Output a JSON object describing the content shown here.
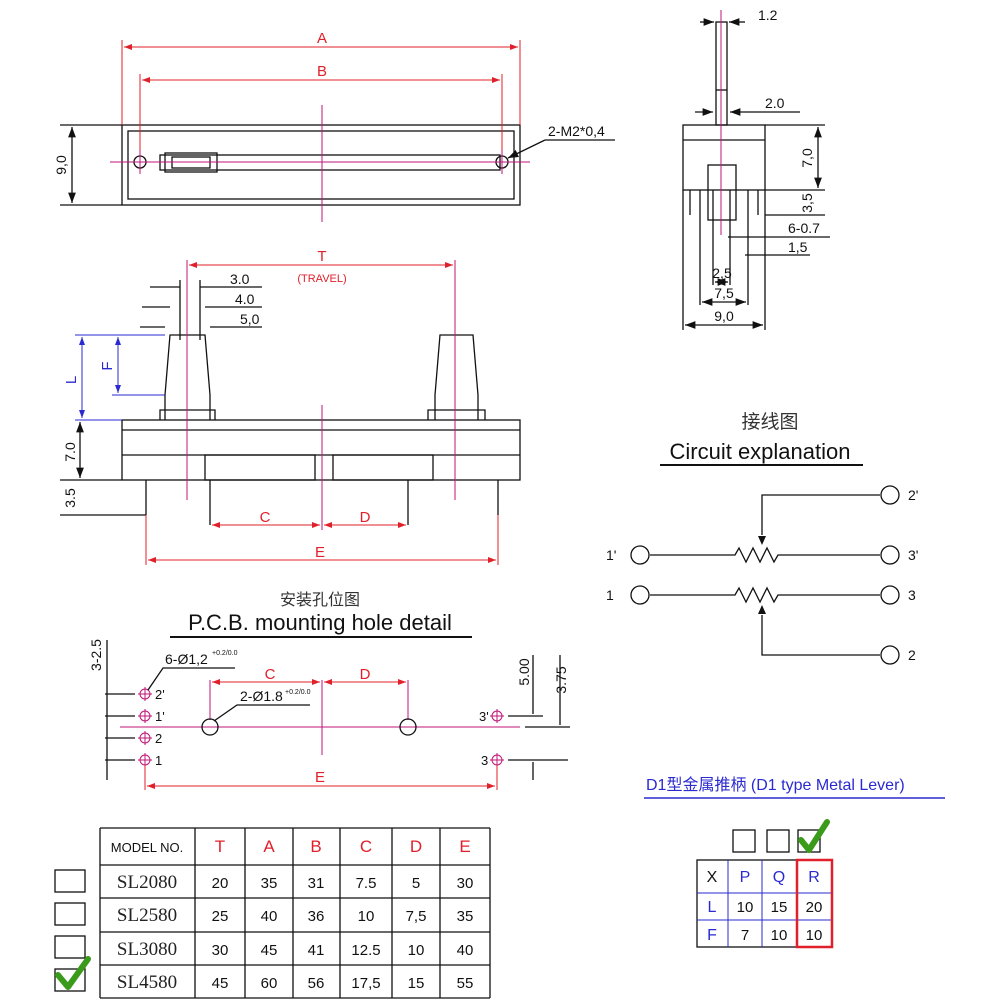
{
  "top_view": {
    "dim_a": "A",
    "dim_b": "B",
    "dim_height": "9,0",
    "mount_thread": "2-M2*0,4"
  },
  "side_view": {
    "shaft_width": "1.2",
    "shaft_base": "2.0",
    "body_height": "7,0",
    "pin_height": "3,5",
    "pin_size": "6-0.7",
    "pin_pitch": "1,5",
    "inner_span": "2,5",
    "mid_span": "7,5",
    "width": "9,0"
  },
  "front_view": {
    "dim_t": "T",
    "travel_note": "(TRAVEL)",
    "lever_w1": "3.0",
    "lever_w2": "4.0",
    "lever_w3": "5,0",
    "dim_l": "L",
    "dim_f": "F",
    "body_height": "7.0",
    "pin_height": "3.5",
    "dim_c": "C",
    "dim_d": "D",
    "dim_e": "E"
  },
  "circuit": {
    "title_cn": "接线图",
    "title_en": "Circuit explanation",
    "terminals": [
      "2'",
      "1'",
      "3'",
      "1",
      "3",
      "2"
    ]
  },
  "pcb": {
    "title_cn": "安装孔位图",
    "title_en": "P.C.B. mounting hole detail",
    "pin_pitch": "3-2.5",
    "small_holes": "6-Ø1,2",
    "small_tol": "+0.2/0.0",
    "large_holes": "2-Ø1.8",
    "large_tol": "+0.2/0.0",
    "dim_c": "C",
    "dim_d": "D",
    "dim_e": "E",
    "dim_500": "5.00",
    "dim_375": "3.75",
    "pins_left": [
      "2'",
      "1'",
      "2",
      "1"
    ],
    "pins_right": [
      "3'",
      "3"
    ]
  },
  "model_table": {
    "headers": [
      "MODEL NO.",
      "T",
      "A",
      "B",
      "C",
      "D",
      "E"
    ],
    "rows": [
      {
        "model": "SL2080",
        "values": [
          "20",
          "35",
          "31",
          "7.5",
          "5",
          "30"
        ],
        "checked": false
      },
      {
        "model": "SL2580",
        "values": [
          "25",
          "40",
          "36",
          "10",
          "7,5",
          "35"
        ],
        "checked": false
      },
      {
        "model": "SL3080",
        "values": [
          "30",
          "45",
          "41",
          "12.5",
          "10",
          "40"
        ],
        "checked": false
      },
      {
        "model": "SL4580",
        "values": [
          "45",
          "60",
          "56",
          "17,5",
          "15",
          "55"
        ],
        "checked": true
      }
    ]
  },
  "lever": {
    "title": "D1型金属推柄  (D1 type Metal Lever)",
    "headers": [
      "X",
      "P",
      "Q",
      "R"
    ],
    "rows": [
      [
        "L",
        "10",
        "15",
        "20"
      ],
      [
        "F",
        "7",
        "10",
        "10"
      ]
    ],
    "selected": "R"
  },
  "colors": {
    "accent_red": "#e0202a",
    "center_magenta": "#c0147a",
    "blue": "#2a2ad0",
    "check_green": "#3a9a1a"
  }
}
